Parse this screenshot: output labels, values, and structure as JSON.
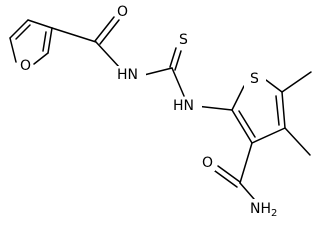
{
  "molecule": {
    "atom_labels": {
      "furan_oxygen": "O",
      "carbonyl_oxygen": "O",
      "amide_nh_1": "HN",
      "thione_sulfur": "S",
      "amide_nh_2": "HN",
      "thiophene_sulfur": "S",
      "carboxamide_oxygen": "O",
      "carboxamide_nh2": "NH",
      "nh2_subscript": "2"
    },
    "colors": {
      "bond": "#000000",
      "label": "#000000",
      "background": "#ffffff"
    }
  }
}
